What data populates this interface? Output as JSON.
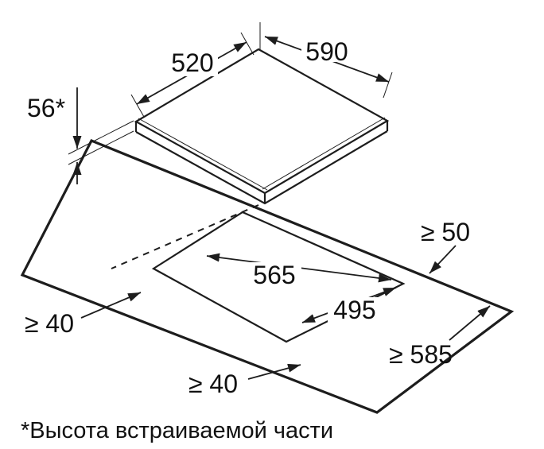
{
  "diagram": {
    "kind": "built-in hob installation drawing",
    "footnote": "*Высота встраиваемой части",
    "colors": {
      "line": "#1d1d1d",
      "background": "#ffffff"
    },
    "dimensions": {
      "hob_width": "590",
      "hob_depth": "520",
      "hob_built_in_height": "56*",
      "cutout_width": "565",
      "cutout_depth": "495",
      "rear_clearance": "≥ 50",
      "left_clearance": "≥ 40",
      "front_clearance": "≥ 40",
      "min_worktop_depth": "≥ 585"
    }
  }
}
